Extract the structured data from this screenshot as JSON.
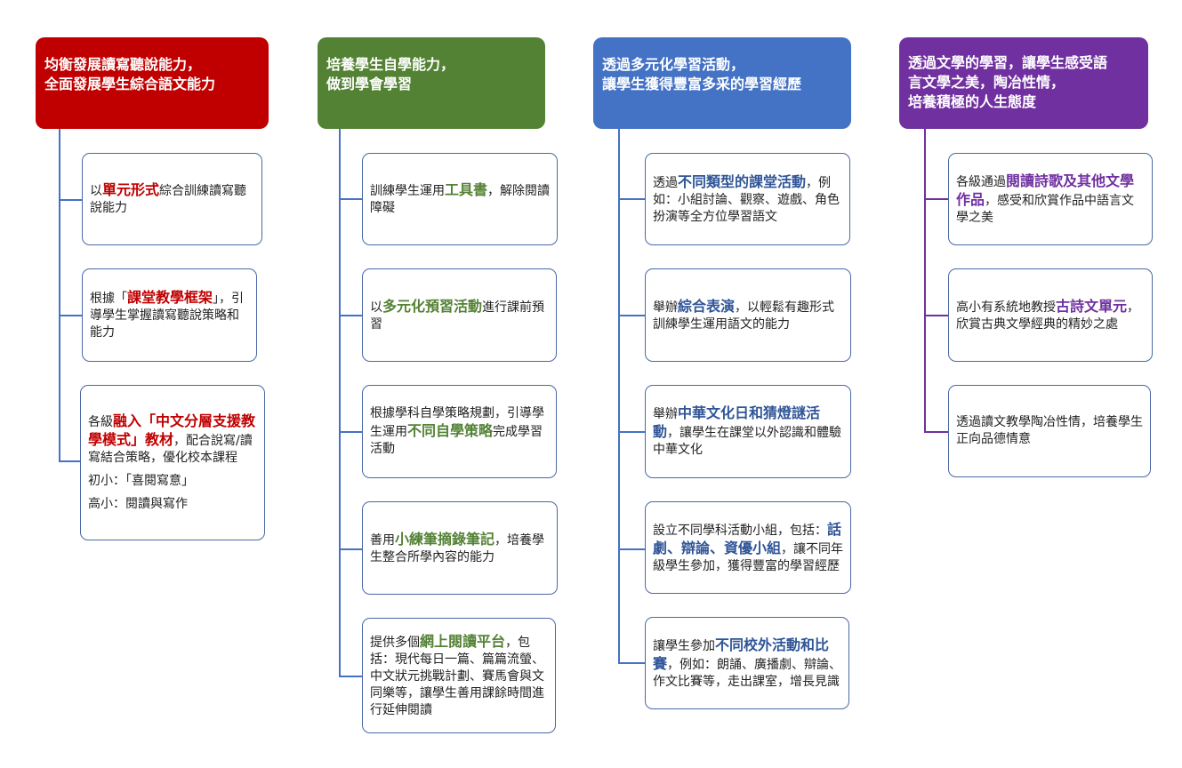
{
  "columns": [
    {
      "header": [
        "均衡發展讀寫聽說能力，",
        "全面發展學生綜合語文能力"
      ],
      "items": [
        {
          "parts": [
            [
              "以",
              ""
            ],
            [
              "單元形式",
              "hl"
            ],
            [
              "綜合訓練讀寫聽說能力",
              ""
            ]
          ]
        },
        {
          "parts": [
            [
              "根據「",
              ""
            ],
            [
              "課堂教學框架",
              "hl"
            ],
            [
              "」，引導學生掌握讀寫聽說策略和能力",
              ""
            ]
          ]
        },
        {
          "parts": [
            [
              "各級",
              ""
            ],
            [
              "融入「中文分層支援教學模式」教材",
              "hl"
            ],
            [
              "，配合說寫/讀寫結合策略，優化校本課程",
              ""
            ]
          ],
          "extra": [
            "初小：「喜閱寫意」",
            "高小：閱讀與寫作"
          ]
        }
      ]
    },
    {
      "header": [
        "培養學生自學能力，",
        "做到學會學習"
      ],
      "items": [
        {
          "parts": [
            [
              "訓練學生運用",
              ""
            ],
            [
              "工具書",
              "hl"
            ],
            [
              "，解除閱讀障礙",
              ""
            ]
          ]
        },
        {
          "parts": [
            [
              "以",
              ""
            ],
            [
              "多元化預習活動",
              "hl"
            ],
            [
              "進行課前預習",
              ""
            ]
          ]
        },
        {
          "parts": [
            [
              "根據學科自學策略規劃，引導學生運用",
              ""
            ],
            [
              "不同自學策略",
              "hl"
            ],
            [
              "完成學習活動",
              ""
            ]
          ]
        },
        {
          "parts": [
            [
              "善用",
              ""
            ],
            [
              "小練筆摘錄筆記",
              "hl"
            ],
            [
              "，培養學生整合所學內容的能力",
              ""
            ]
          ]
        },
        {
          "parts": [
            [
              "提供多個",
              ""
            ],
            [
              "網上閱讀平台",
              "hl"
            ],
            [
              "，包括：現代每日一篇、篇篇流螢、中文狀元挑戰計劃、賽馬會與文同樂等，讓學生善用課餘時間進行延伸閱讀",
              ""
            ]
          ]
        }
      ]
    },
    {
      "header": [
        "透過多元化學習活動，",
        "讓學生獲得豐富多采的學習經歷"
      ],
      "items": [
        {
          "parts": [
            [
              "透過",
              ""
            ],
            [
              "不同類型的課堂活動",
              "hl"
            ],
            [
              "，例如：小組討論、觀察、遊戲、角色扮演等全方位學習語文",
              ""
            ]
          ]
        },
        {
          "parts": [
            [
              "舉辦",
              ""
            ],
            [
              "綜合表演",
              "hl"
            ],
            [
              "，以輕鬆有趣形式訓練學生運用語文的能力",
              ""
            ]
          ]
        },
        {
          "parts": [
            [
              "舉辦",
              ""
            ],
            [
              "中華文化日和猜燈謎活動",
              "hl"
            ],
            [
              "，讓學生在課堂以外認識和體驗中華文化",
              ""
            ]
          ]
        },
        {
          "parts": [
            [
              "設立不同學科活動小組，包括：",
              ""
            ],
            [
              "話劇、辯論、資優小組",
              "hl"
            ],
            [
              "，讓不同年級學生參加，獲得豐富的學習經歷",
              ""
            ]
          ]
        },
        {
          "parts": [
            [
              "讓學生參加",
              ""
            ],
            [
              "不同校外活動和比賽",
              "hl"
            ],
            [
              "，例如：朗誦、廣播劇、辯論、作文比賽等，走出課室，增長見識",
              ""
            ]
          ]
        }
      ]
    },
    {
      "header": [
        "透過文學的學習，讓學生感受語",
        "言文學之美，陶冶性情，",
        "培養積極的人生態度"
      ],
      "items": [
        {
          "parts": [
            [
              "各級通過",
              ""
            ],
            [
              "閱讀詩歌及其他文學作品",
              "hl"
            ],
            [
              "，感受和欣賞作品中語言文學之美",
              ""
            ]
          ]
        },
        {
          "parts": [
            [
              "高小有系統地教授",
              ""
            ],
            [
              "古詩文單元",
              "hl"
            ],
            [
              "，欣賞古典文學經典的精妙之處",
              ""
            ]
          ]
        },
        {
          "parts": [
            [
              "透過讀文教學陶冶性情，培養學生正向品德情意",
              ""
            ]
          ]
        }
      ]
    }
  ],
  "colors": {
    "col1": "#c00000",
    "col2": "#548235",
    "col3": "#4472c4",
    "col4": "#7030a0",
    "box_border": "#4a68a6"
  }
}
